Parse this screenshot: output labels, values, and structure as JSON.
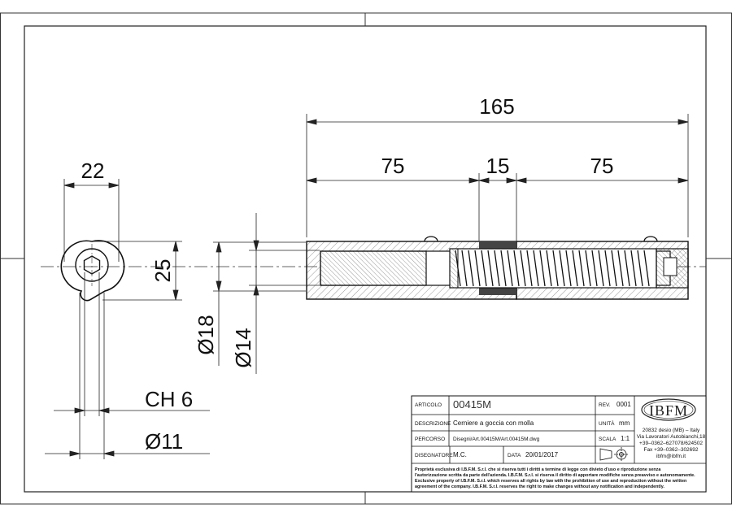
{
  "dimensions": {
    "overall_length": "165",
    "left_section": "75",
    "middle_section": "15",
    "right_section": "75",
    "knuckle_width": "22",
    "knuckle_height": "25",
    "diameter_18": "Ø18",
    "diameter_14": "Ø14",
    "hex_key": "CH 6",
    "diameter_11": "Ø11"
  },
  "title_block": {
    "articolo_label": "ARTICOLO",
    "articolo_value": "00415M",
    "rev_label": "REV.",
    "rev_value": "0001",
    "descrizione_label": "DESCRIZIONE",
    "descrizione_value": "Cerniere a goccia con molla",
    "unita_label": "UNITÀ",
    "unita_value": "mm",
    "percorso_label": "PERCORSO",
    "percorso_value": "Disegni/Art.00415M/Art.00415M.dwg",
    "scala_label": "SCALA",
    "scala_value": "1:1",
    "disegnatore_label": "DISEGNATORE",
    "disegnatore_value": "M.C.",
    "data_label": "DATA",
    "data_value": "20/01/2017",
    "company_logo": "IBFM",
    "address_1": "20832 desio (MB) – Italy",
    "address_2": "Via Lavoratori Autobianchi,18",
    "phone": "+39–0362–627078/624502",
    "fax": "Fax +39–0362–302692",
    "email": "ibfm@ibfm.it",
    "notice_it_1": "Proprietà esclusiva di I.B.F.M. S.r.l. che si riserva tutti i diritti a termine di legge con divieto d'uso e riproduzione senza",
    "notice_it_2": "l'autorizzazione scritta da parte dell'azienda. I.B.F.M. S.r.l. si riserva il diritto di apportare modifiche senza preavviso e autonomamente.",
    "notice_en_1": "Exclusive property of I.B.F.M. S.r.l. which reserves all rights by law with the prohibition of use and reproduction without the written",
    "notice_en_2": "agreement of the company. I.B.F.M. S.r.l. reserves the right to make changes without any notification and independently."
  },
  "icons": {
    "projection": "first-angle-projection-icon"
  }
}
